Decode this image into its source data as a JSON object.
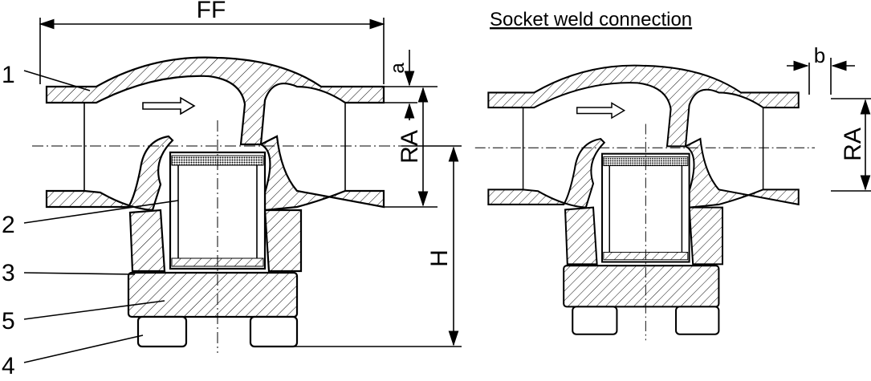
{
  "title": "Socket weld connection",
  "dimensions": {
    "ff": "FF",
    "a": "a",
    "b": "b",
    "ra_left": "RA",
    "ra_right": "RA",
    "h": "H"
  },
  "part_labels": [
    "1",
    "2",
    "3",
    "5",
    "4"
  ],
  "colors": {
    "line": "#000000",
    "background": "#ffffff"
  }
}
